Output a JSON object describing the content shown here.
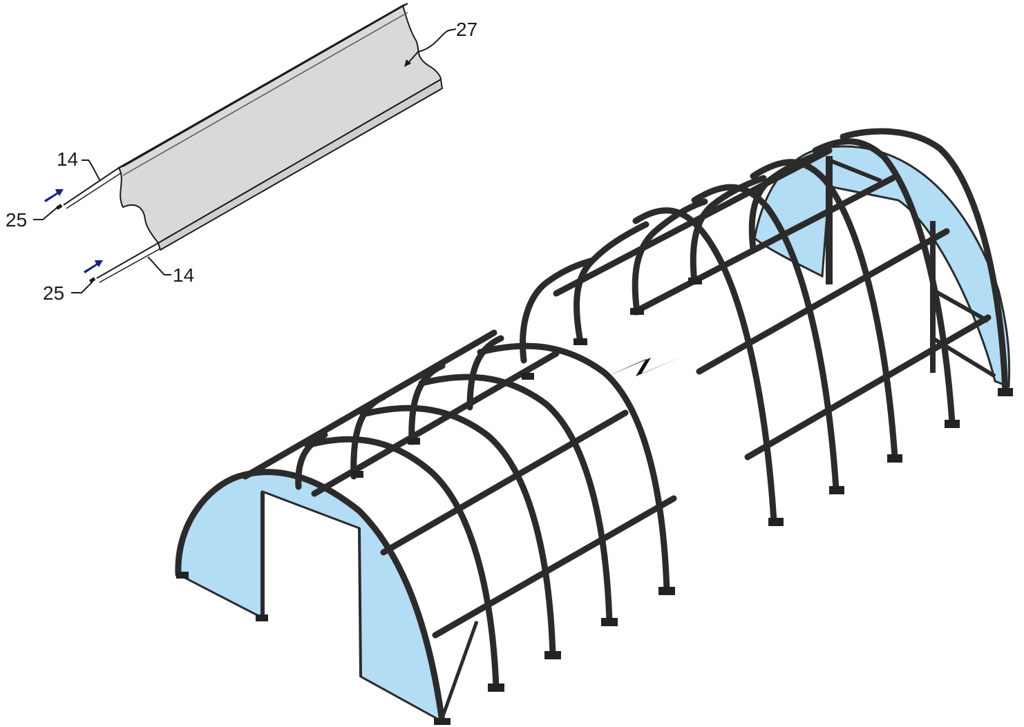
{
  "figure": {
    "labels": {
      "liner_ref": "27",
      "tube_ref_top": "14",
      "tube_ref_bottom": "14",
      "port_ref_top": "25",
      "port_ref_bottom": "25"
    },
    "colors": {
      "panel_fill": "#d9d9d9",
      "end_wall_fill": "#b3dcf5",
      "frame_stroke": "#2b2b2b",
      "arrow_fill": "#1a237e"
    },
    "icons": {
      "flow_arrow": "arrow-icon",
      "break_symbol": "zigzag-break-icon"
    }
  }
}
